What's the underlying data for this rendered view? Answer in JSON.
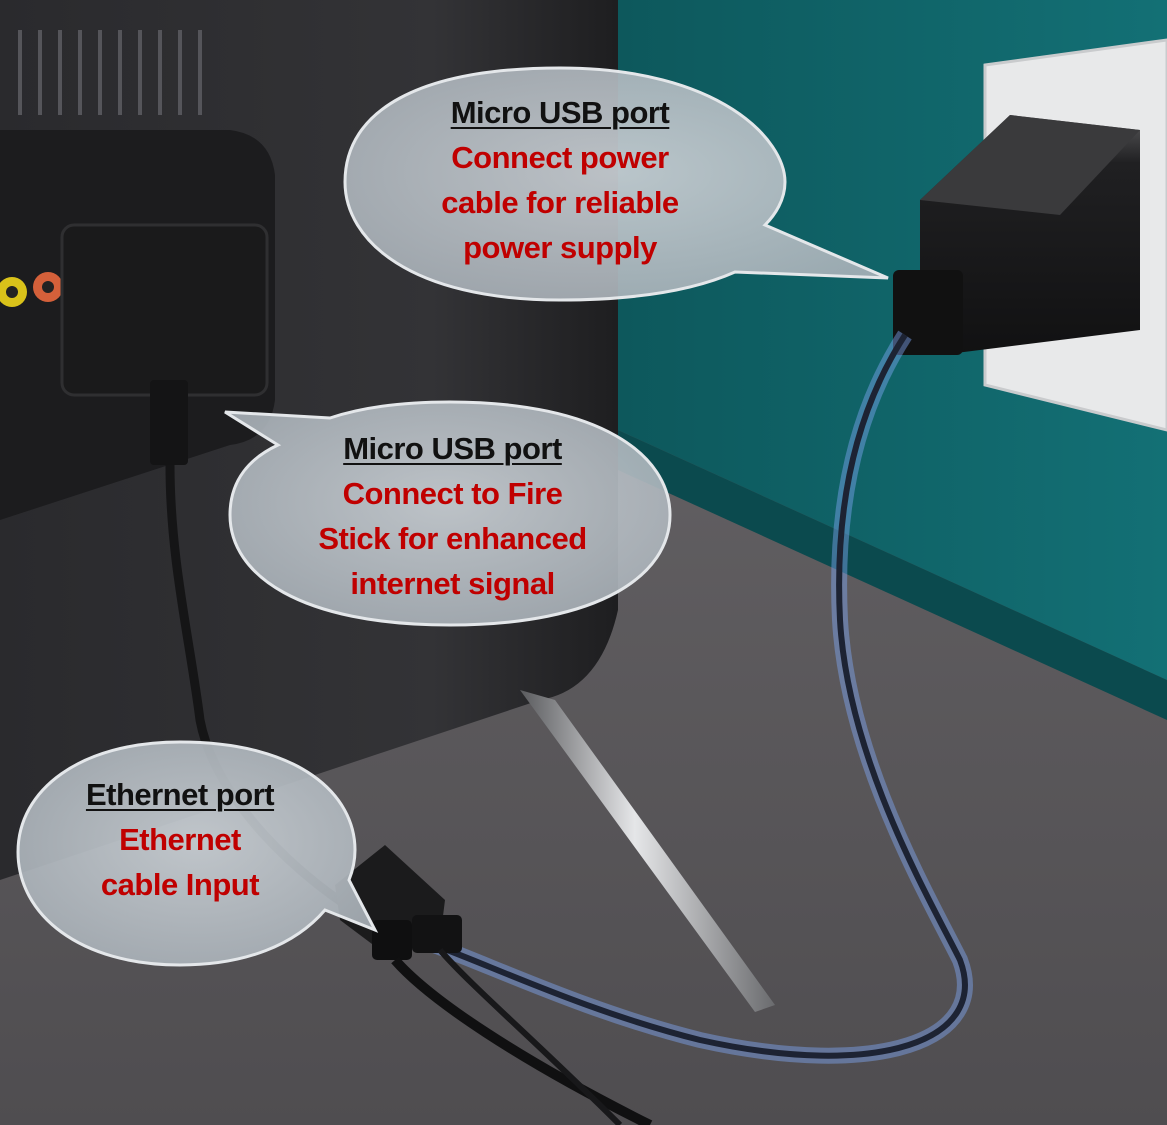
{
  "callouts": {
    "power": {
      "title": "Micro USB port",
      "lines": [
        "Connect  power",
        "cable for reliable",
        "power supply"
      ]
    },
    "firestick": {
      "title": "Micro USB port",
      "lines": [
        "Connect to Fire",
        "Stick for enhanced",
        "internet signal"
      ]
    },
    "ethernet": {
      "title": "Ethernet port",
      "lines": [
        "Ethernet",
        "cable Input"
      ]
    }
  },
  "colors": {
    "title_text": "#111111",
    "body_text": "#c00000",
    "bubble_fill": "#b9c0c6",
    "wall_teal": "#0f5f63",
    "tv_body": "#2b2b2e",
    "floor": "#5c5a5d"
  },
  "icons": {
    "power_adapter": "wall-charger",
    "dongle": "fire-stick-dongle",
    "adapter": "ethernet-adapter"
  }
}
